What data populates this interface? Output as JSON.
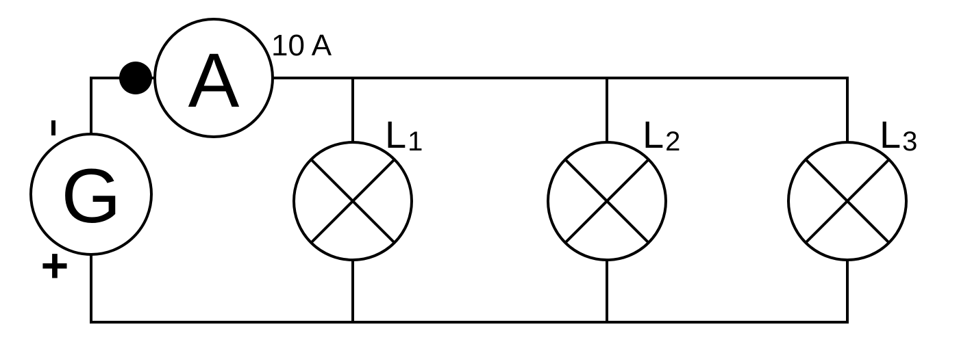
{
  "generator": {
    "symbol": "G",
    "negative_terminal": "ı",
    "positive_terminal": "+"
  },
  "ammeter": {
    "symbol": "A",
    "reading": "10 A"
  },
  "lamps": [
    {
      "letter": "L",
      "index": "1"
    },
    {
      "letter": "L",
      "index": "2"
    },
    {
      "letter": "L",
      "index": "3"
    }
  ],
  "colors": {
    "line": "#000000",
    "background": "#ffffff"
  }
}
